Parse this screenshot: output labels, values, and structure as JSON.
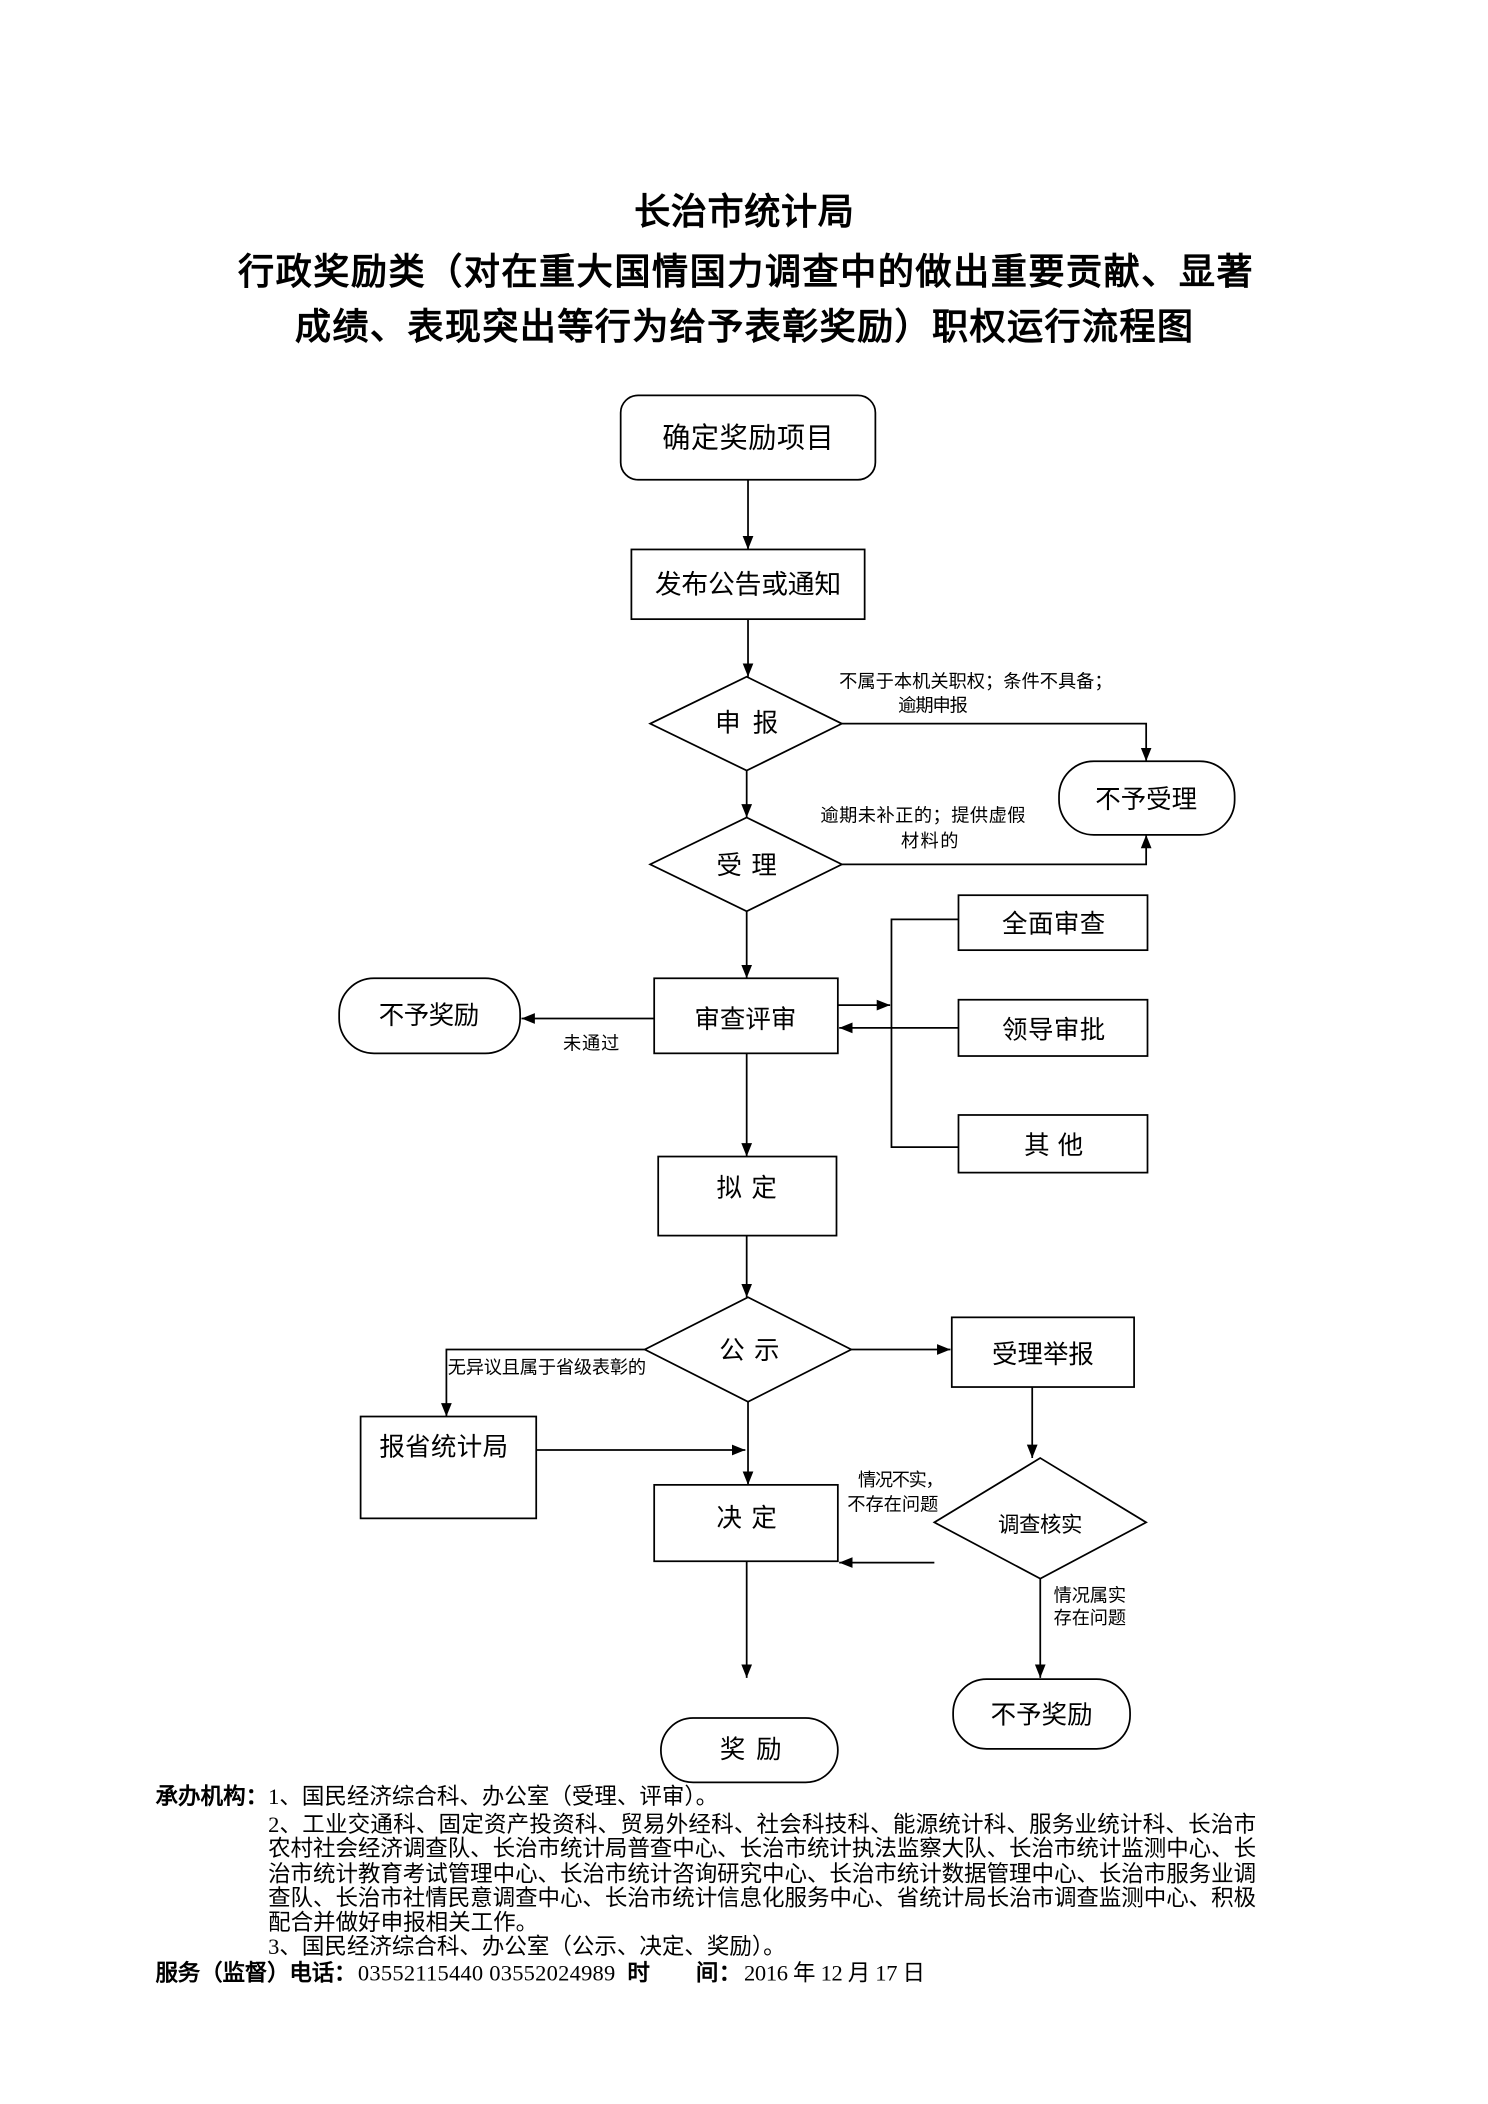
{
  "title": {
    "line1": "长治市统计局",
    "line2": "行政奖励类（对在重大国情国力调查中的做出重要贡献、显著",
    "line3": "成绩、表现突出等行为给予表彰奖励）职权运行流程图"
  },
  "flowchart": {
    "nodes": {
      "determine_project": "确定奖励项目",
      "publish_notice": "发布公告或通知",
      "apply": "申 报",
      "not_accepted": "不予受理",
      "accept": "受 理",
      "review": "审查评审",
      "no_award_failed": "不予奖励",
      "full_review": "全面审查",
      "leader_approval": "领导审批",
      "other": "其 他",
      "draft": "拟 定",
      "publicize": "公 示",
      "accept_report": "受理举报",
      "report_province": "报省统计局",
      "decide": "决 定",
      "investigate": "调查核实",
      "no_award_verified": "不予奖励",
      "award": "奖 励"
    },
    "edge_labels": {
      "apply_rejected": [
        "不属于本机关职权；条件不具备；",
        "逾期申报"
      ],
      "accept_rejected": [
        "逾期未补正的；提供虚假",
        "材料的"
      ],
      "review_failed": "未通过",
      "provincial": "无异议且属于省级表彰的",
      "report_false": [
        "情况不实，",
        "不存在问题"
      ],
      "report_true": [
        "情况属实",
        "存在问题"
      ]
    }
  },
  "footer": {
    "agency_label": "承办机构：",
    "items": [
      {
        "lines": [
          "1、国民经济综合科、办公室（受理、评审）。"
        ]
      },
      {
        "lines": [
          "2、工业交通科、固定资产投资科、贸易外经科、社会科技科、能源统计科、服务业统计科、长治市",
          "农村社会经济调查队、长治市统计局普查中心、长治市统计执法监察大队、长治市统计监测中心、长",
          "治市统计教育考试管理中心、长治市统计咨询研究中心、长治市统计数据管理中心、长治市服务业调",
          "查队、长治市社情民意调查中心、长治市统计信息化服务中心、省统计局长治市调查监测中心、积极",
          "配合并做好申报相关工作。"
        ]
      },
      {
        "lines": [
          "3、国民经济综合科、办公室（公示、决定、奖励）。"
        ]
      }
    ],
    "contact_label": "服务（监督）电话：",
    "phones": "03552115440 03552024989",
    "date_label": "时　　间：",
    "date": "2016 年 12 月 17 日"
  }
}
